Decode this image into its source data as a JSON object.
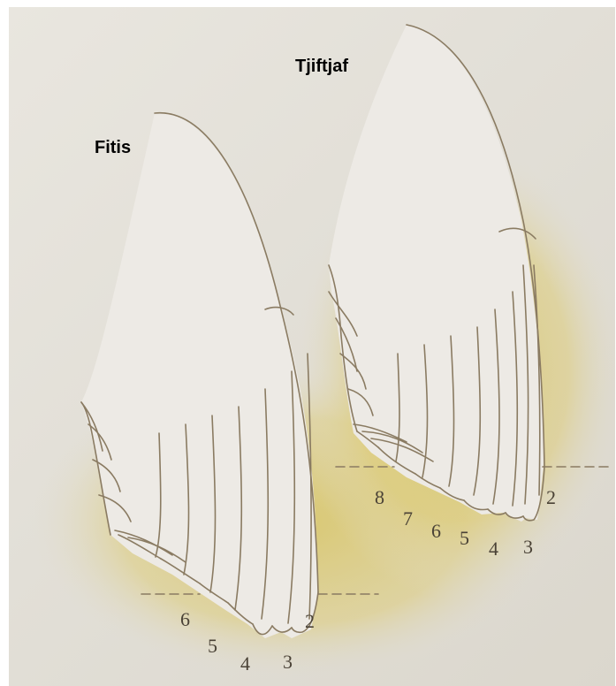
{
  "wings": [
    {
      "name": "Fitis",
      "primaries": [
        "6",
        "5",
        "4",
        "3",
        "2"
      ]
    },
    {
      "name": "Tjiftjaf",
      "primaries": [
        "8",
        "7",
        "6",
        "5",
        "4",
        "3",
        "2"
      ]
    }
  ],
  "colors": {
    "background": "#e4e1da",
    "shadow": "#d6c56a",
    "wing_fill": "#edeae5",
    "outline": "#8a7b62",
    "numbers": "#4a4236"
  }
}
